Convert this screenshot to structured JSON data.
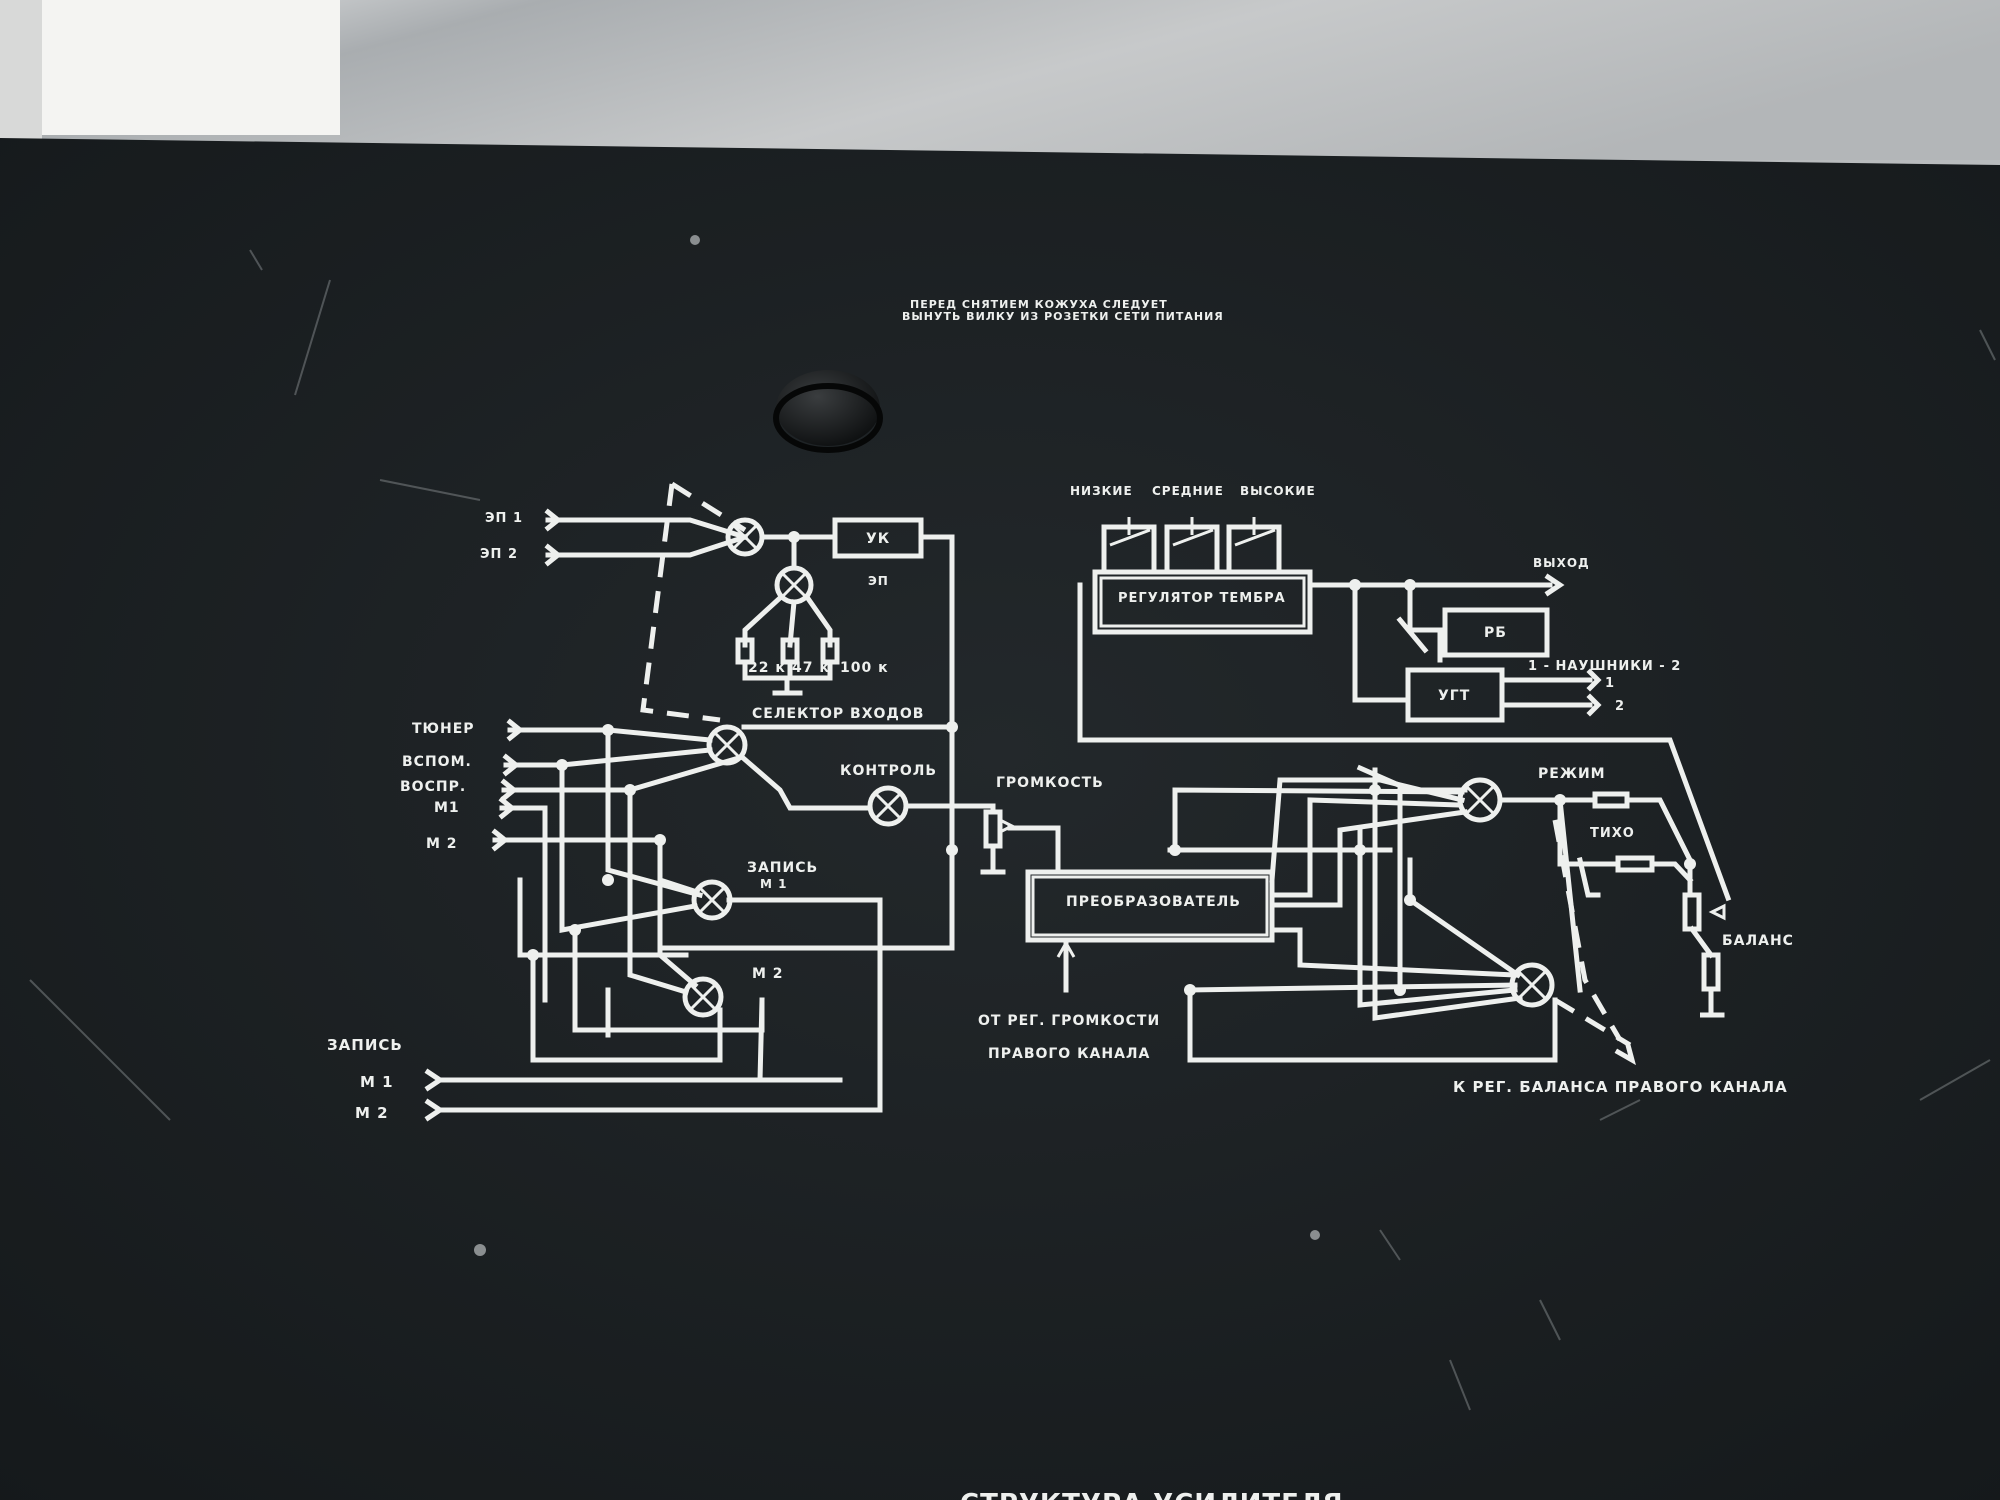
{
  "warning": {
    "line1": "ПЕРЕД СНЯТИЕМ КОЖУХА СЛЕДУЕТ",
    "line2": "ВЫНУТЬ ВИЛКУ ИЗ РОЗЕТКИ СЕТИ ПИТАНИЯ"
  },
  "inputs": {
    "ep1": "ЭП 1",
    "ep2": "ЭП 2",
    "tuner": "ТЮНЕР",
    "aux": "ВСПОМ.",
    "playback": "ВОСПР.",
    "m1": "М1",
    "m2": "М 2"
  },
  "blocks": {
    "uk": "УК",
    "ep": "ЭП",
    "r22": "22 к",
    "r47": "47 к",
    "r100": "100 к",
    "selector": "СЕЛЕКТОР ВХОДОВ",
    "control": "КОНТРОЛЬ",
    "record_sel": "ЗАПИСЬ",
    "record_m1": "М 1",
    "record_m2": "М 2",
    "volume": "ГРОМКОСТЬ",
    "converter": "ПРЕОБРАЗОВАТЕЛЬ",
    "from_volume_1": "ОТ РЕГ. ГРОМКОСТИ",
    "from_volume_2": "ПРАВОГО КАНАЛА",
    "tone": "РЕГУЛЯТОР ТЕМБРА",
    "low": "НИЗКИЕ",
    "mid": "СРЕДНИЕ",
    "high": "ВЫСОКИЕ",
    "output": "ВЫХОД",
    "rb": "РБ",
    "ugt": "УГТ",
    "headphones": "1 - НАУШНИКИ - 2",
    "hp1": "1",
    "hp2": "2",
    "mode": "РЕЖИМ",
    "quiet": "ТИХО",
    "balance": "БАЛАНС",
    "to_balance": "К РЕГ. БАЛАНСА ПРАВОГО КАНАЛА"
  },
  "record_out": {
    "title": "ЗАПИСЬ",
    "m1": "М 1",
    "m2": "М 2"
  },
  "bottom_title": "СТРУКТУРА УСИЛИТЕЛЯ",
  "colors": {
    "panel": "#1c2023",
    "ink": "#eef0ee",
    "wall": "#b9bcbe"
  }
}
